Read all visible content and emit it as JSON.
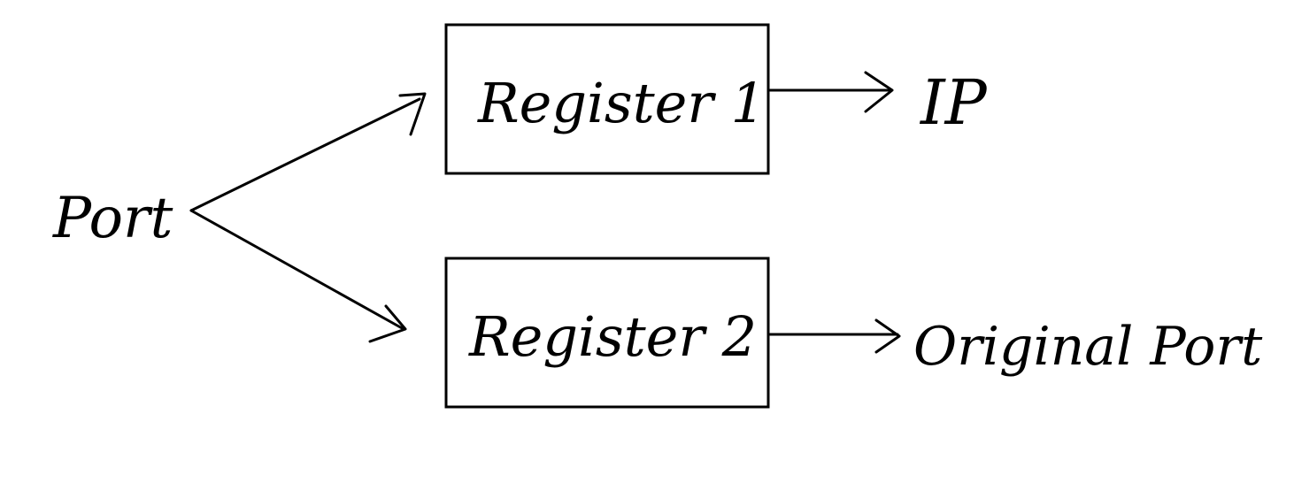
{
  "diagram": {
    "source": {
      "label": "Port"
    },
    "registers": [
      {
        "label": "Register 1",
        "output": "IP"
      },
      {
        "label": "Register 2",
        "output": "Original Port"
      }
    ],
    "colors": {
      "ink": "#000000",
      "background": "#ffffff"
    }
  }
}
